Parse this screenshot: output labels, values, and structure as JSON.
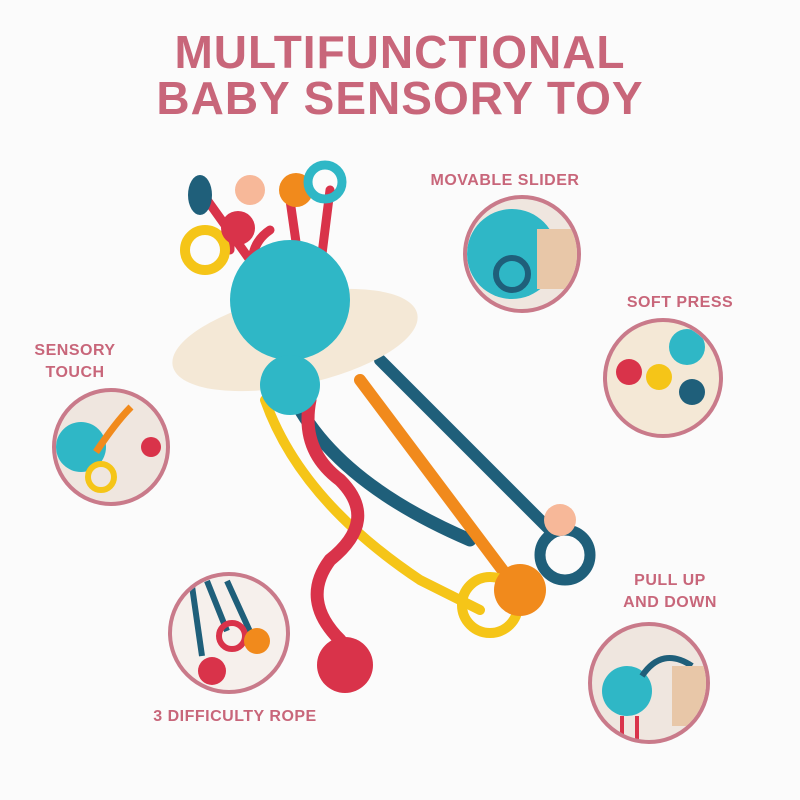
{
  "title": {
    "line1": "MULTIFUNCTIONAL",
    "line2": "BABY SENSORY TOY"
  },
  "features": {
    "movable_slider": "MOVABLE SLIDER",
    "soft_press": "SOFT PRESS",
    "sensory_touch_1": "SENSORY",
    "sensory_touch_2": "TOUCH",
    "pull_1": "PULL UP",
    "pull_2": "AND DOWN",
    "rope": "3 DIFFICULTY ROPE"
  },
  "colors": {
    "accent": "#c8667a",
    "ring": "#c97a8a",
    "teal": "#2fb7c6",
    "navy": "#1f5f7a",
    "red": "#d9334a",
    "orange": "#f18a1c",
    "yellow": "#f5c518",
    "cream": "#f4e8d6"
  }
}
